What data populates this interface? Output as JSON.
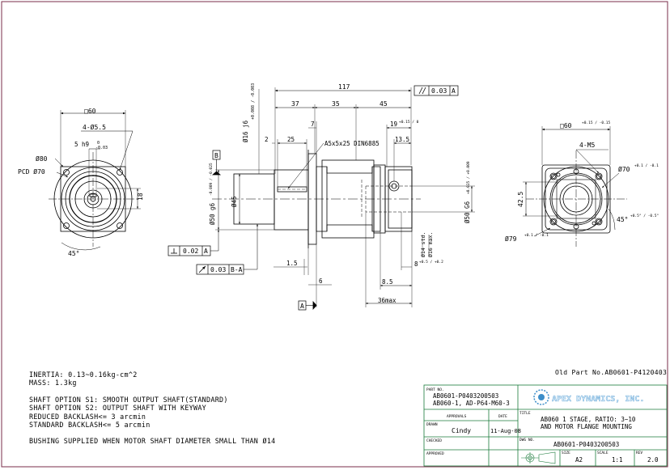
{
  "front_view": {
    "square": "□60",
    "holes": "4-Ø5.5",
    "key": "5 h9",
    "key_tol_upper": "0",
    "key_tol_lower": "-0.03",
    "od": "Ø80",
    "pcd": "PCD Ø70",
    "height": "18",
    "angle": "45°"
  },
  "side_view": {
    "overall": "117",
    "seg_37": "37",
    "seg_35": "35",
    "seg_45": "45",
    "parallel_tol": "0.03",
    "parallel_datum": "A",
    "shaft_dia": "Ø16 j6",
    "shaft_tol": "+0.008 / -0.003",
    "dim_2": "2",
    "dim_25": "25",
    "dim_7": "7",
    "key_spec": "A5x5x25 DIN6885",
    "dim_19": "19",
    "dim_19_tol": "+0.15 / 0",
    "dim_13_5": "13.5",
    "datum_b": "B",
    "pilot": "Ø50 g6",
    "pilot_tol": "-0.009 / -0.025",
    "body_dia": "Ø45",
    "bore": "Ø50 G6",
    "bore_tol": "+0.025 / +0.009",
    "perp_tol": "0.02",
    "perp_datum": "A",
    "runout_tol": "0.03",
    "runout_datum": "B-A",
    "dim_1_5": "1.5",
    "dim_6": "6",
    "dim_8_5": "8.5",
    "dim_8": "8",
    "dim_8_tol": "+0.5 / +0.2",
    "motor_shaft": "Ø14 std.",
    "motor_shaft_max": "Ø16 max.",
    "len_max": "36max",
    "datum_a": "A"
  },
  "rear_view": {
    "square": "□60",
    "square_tol": "+0.15 / -0.15",
    "holes": "4-M5",
    "pcd": "Ø70",
    "pcd_tol": "+0.1 / -0.1",
    "height": "42.5",
    "od": "Ø79",
    "od_tol": "+0.1 / -0.1",
    "angle": "45°",
    "angle_tol": "+0.5° / -0.5°"
  },
  "notes": {
    "inertia": "INERTIA: 0.13~0.16kg-cm^2",
    "mass": "MASS: 1.3kg",
    "opt_s1": "SHAFT OPTION S1: SMOOTH OUTPUT SHAFT(STANDARD)",
    "opt_s2": "SHAFT OPTION S2: OUTPUT SHAFT WITH KEYWAY",
    "reduced": "REDUCED BACKLASH<= 3 arcmin",
    "standard": "STANDARD BACKLASH<= 5 arcmin",
    "bushing": "BUSHING SUPPLIED WHEN MOTOR SHAFT DIAMETER SMALL THAN Ø14"
  },
  "old_part": "Old Part No.AB0601-P4120403",
  "title_block": {
    "part_no_label": "PART NO.",
    "part_no_1": "AB0601-P0403200503",
    "part_no_2": "AB060-1, AD-P64-M60-3",
    "company": "APEX DYNAMICS, INC.",
    "approvals_label": "APPROVALS",
    "date_label": "DATE",
    "title_label": "TITLE",
    "drawn_label": "DRAWN",
    "drawn": "Cindy",
    "date": "11-Aug-08",
    "title_1": "AB060 1 STAGE, RATIO: 3~10",
    "title_2": "AND MOTOR FLANGE MOUNTING",
    "checked_label": "CHECKED",
    "dwg_label": "DWG NO.",
    "dwg_no": "AB0601-P0403200503",
    "approved_label": "APPROVED",
    "size_label": "SIZE",
    "size": "A2",
    "scale_label": "SCALE",
    "scale": "1:1",
    "rev_label": "REV",
    "rev": "2.0"
  },
  "colors": {
    "line": "#000000",
    "frame": "#7a2d4a",
    "title_block": "#1a7a3a",
    "logo": "#3d8ec9"
  }
}
